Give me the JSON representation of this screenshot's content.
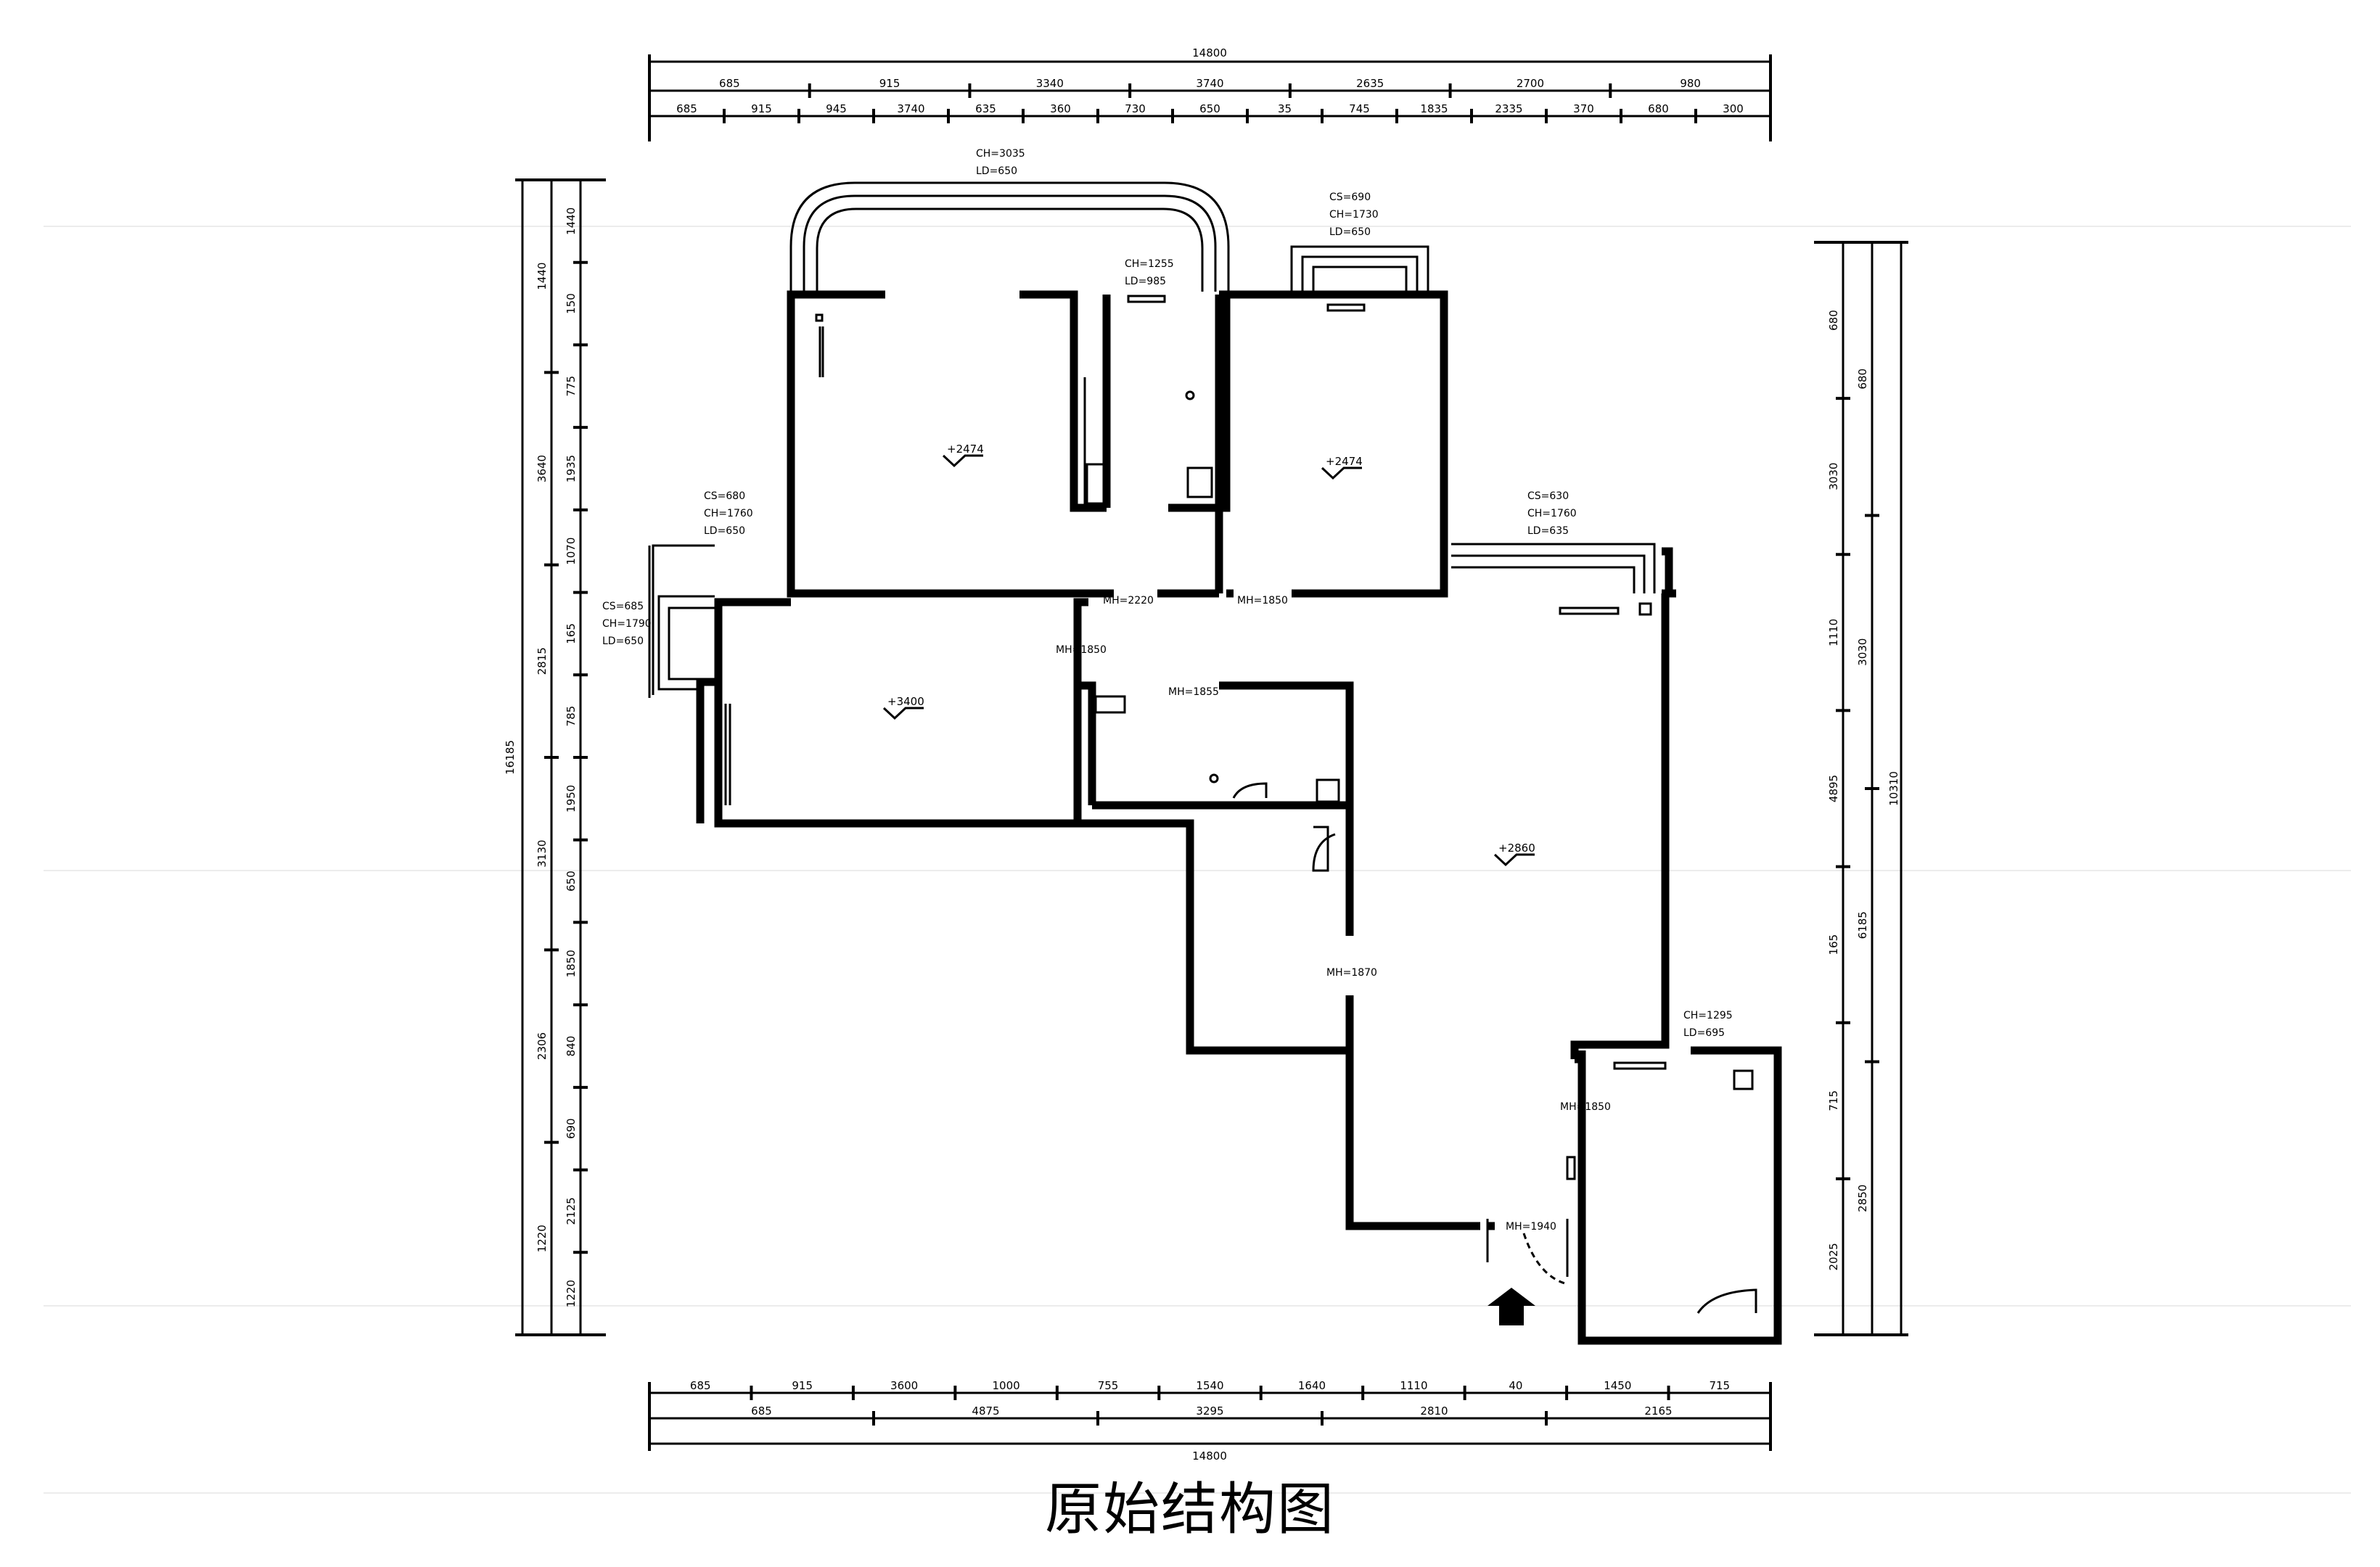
{
  "caption": "原始结构图",
  "dimensions": {
    "top_total": "14800",
    "top_row1": [
      "685",
      "915",
      "3340",
      "3740",
      "2635",
      "2700",
      "980"
    ],
    "top_row2": [
      "685",
      "915",
      "945",
      "3740",
      "635",
      "360",
      "730",
      "650",
      "35",
      "745",
      "1835",
      "2335",
      "370",
      "680",
      "300"
    ],
    "bottom_row1": [
      "685",
      "915",
      "3600",
      "1000",
      "755",
      "1540",
      "1640",
      "1110",
      "40",
      "1450",
      "715"
    ],
    "bottom_row2": [
      "685",
      "4875",
      "3295",
      "2810",
      "2165"
    ],
    "bottom_total": "14800",
    "left_outer": [
      "1440",
      "3640",
      "2815",
      "3130",
      "2306",
      "1220"
    ],
    "left_inner": [
      "1440",
      "150",
      "775",
      "1935",
      "1070",
      "165",
      "785",
      "1950",
      "650",
      "1850",
      "840",
      "690",
      "2125",
      "1220"
    ],
    "left_total": "16185",
    "right_inner": [
      "680",
      "3030",
      "1110",
      "4895",
      "165",
      "715",
      "2025"
    ],
    "right_mid": [
      "680",
      "3030",
      "6185",
      "2850"
    ],
    "right_total": "10310"
  },
  "window_labels": {
    "bay_top": [
      "CH=3035",
      "LD=650"
    ],
    "top_mid": [
      "CH=1255",
      "LD=985"
    ],
    "balcony_top": [
      "CS=690",
      "CH=1730",
      "LD=650"
    ],
    "left_win": [
      "CS=680",
      "CH=1760",
      "LD=650"
    ],
    "left_win2": [
      "CS=685",
      "CH=1790",
      "LD=650"
    ],
    "right_balcony": [
      "CS=630",
      "CH=1760",
      "LD=635"
    ],
    "entry_win": [
      "CH=1295",
      "LD=695"
    ]
  },
  "door_labels": {
    "d1": "MH=2220",
    "d2": "MH=1850",
    "d3": "MH=1850",
    "d4": "MH=1855",
    "d5": "MH=1870",
    "d6": "MH=1850",
    "entry": "MH=1940"
  },
  "levels": {
    "bedroom_nw": "+2474",
    "bedroom_ne": "+2474",
    "bedroom_w": "+3400",
    "living": "+2860"
  }
}
